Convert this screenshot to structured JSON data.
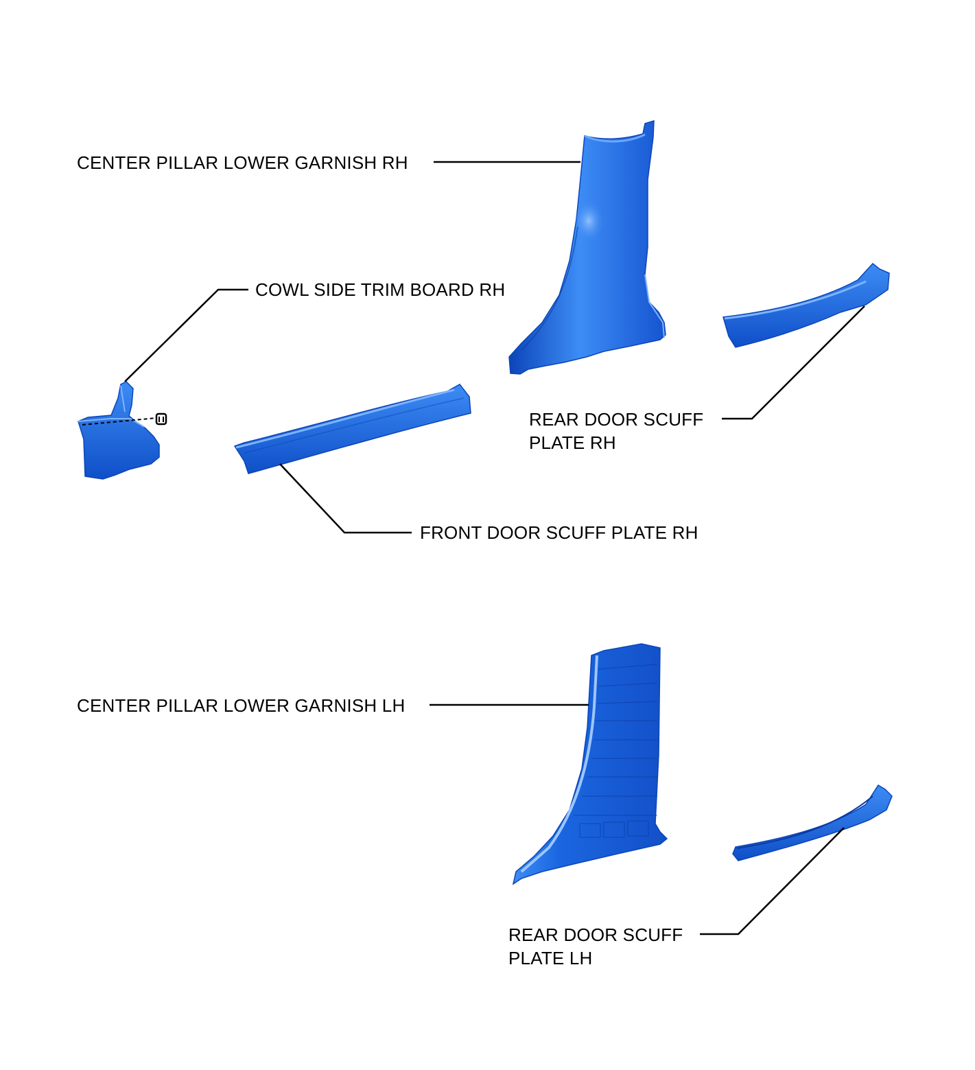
{
  "colors": {
    "part_fill": "#1a66e0",
    "part_light": "#3d8cf5",
    "part_dark": "#0c45b8",
    "leader": "#000000",
    "background": "#ffffff"
  },
  "labels": {
    "center_pillar_rh": "CENTER PILLAR LOWER GARNISH RH",
    "cowl_side_rh": "COWL SIDE TRIM BOARD RH",
    "rear_door_scuff_rh_line1": "REAR DOOR SCUFF",
    "rear_door_scuff_rh_line2": "PLATE RH",
    "front_door_scuff_rh": "FRONT DOOR SCUFF PLATE RH",
    "center_pillar_lh": "CENTER PILLAR LOWER GARNISH LH",
    "rear_door_scuff_lh_line1": "REAR DOOR SCUFF",
    "rear_door_scuff_lh_line2": "PLATE LH"
  }
}
